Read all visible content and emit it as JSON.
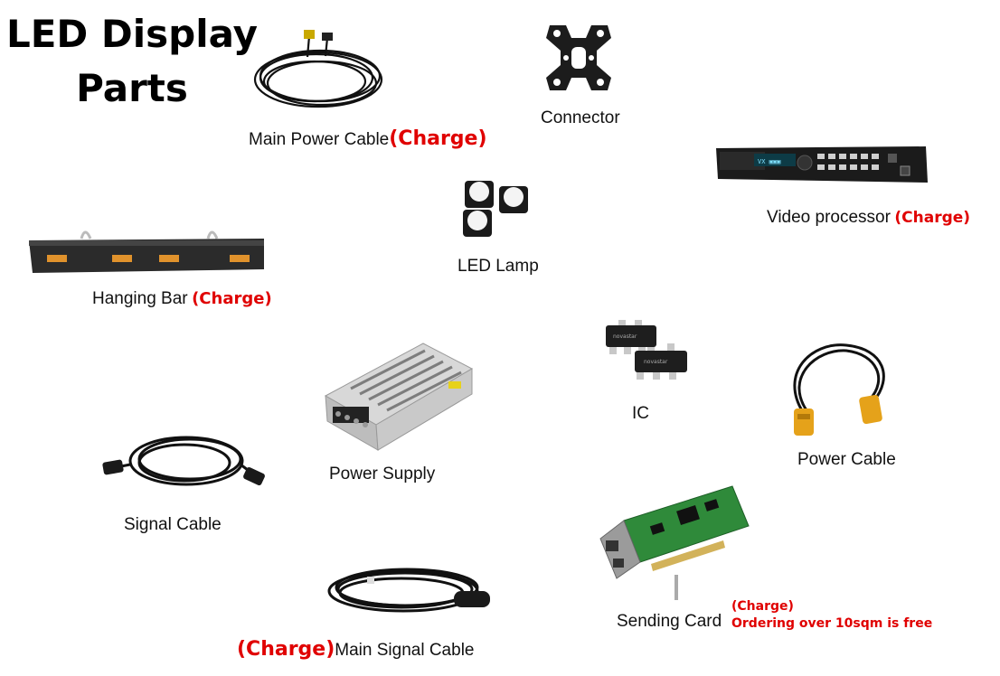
{
  "title": {
    "line1": "LED Display",
    "line2": "Parts"
  },
  "parts": {
    "main_power_cable": {
      "label": "Main Power Cable",
      "note": "(Charge)"
    },
    "connector": {
      "label": "Connector"
    },
    "video_processor": {
      "label": "Video processor",
      "note": "(Charge)"
    },
    "led_lamp": {
      "label": "LED Lamp"
    },
    "hanging_bar": {
      "label": "Hanging Bar",
      "note": "(Charge)"
    },
    "ic": {
      "label": "IC"
    },
    "power_supply": {
      "label": "Power Supply"
    },
    "power_cable": {
      "label": "Power Cable"
    },
    "signal_cable": {
      "label": "Signal Cable"
    },
    "sending_card": {
      "label": "Sending Card",
      "note": "(Charge)",
      "note2": "Ordering over 10sqm is free"
    },
    "main_signal_cable": {
      "label": "Main Signal Cable",
      "note": "(Charge)"
    }
  },
  "colors": {
    "charge": "#e00000",
    "text": "#111111",
    "pcb": "#2f8a3a"
  },
  "icons": [
    "cable-coil-icon",
    "connector-icon",
    "video-processor-icon",
    "led-lamp-icon",
    "hanging-bar-icon",
    "ic-chip-icon",
    "power-supply-icon",
    "power-cable-icon",
    "signal-cable-icon",
    "sending-card-icon",
    "main-signal-cable-icon"
  ]
}
